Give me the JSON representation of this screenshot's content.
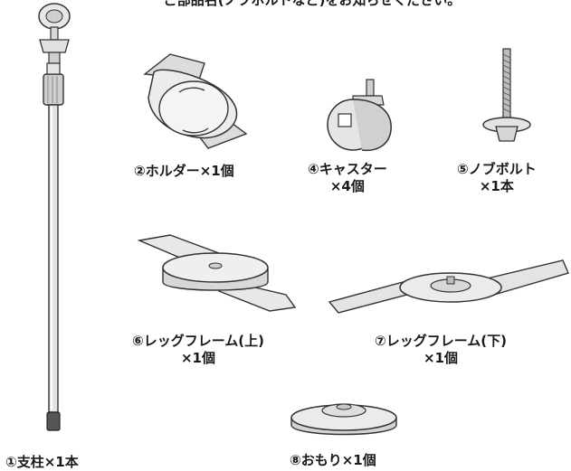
{
  "header_note": "ご部品名(ノブボルトなど)をお知らせください。",
  "parts": [
    {
      "name": "①支柱×1本"
    },
    {
      "name": "②ホルダー×1個"
    },
    {
      "name_line1": "④キャスター",
      "name_line2": "×4個"
    },
    {
      "name_line1": "⑤ノブボルト",
      "name_line2": "×1本"
    },
    {
      "name_line1": "⑥レッグフレーム(上)",
      "name_line2": "×1個"
    },
    {
      "name_line1": "⑦レッグフレーム(下)",
      "name_line2": "×1個"
    },
    {
      "name": "⑧おもり×1個"
    }
  ]
}
